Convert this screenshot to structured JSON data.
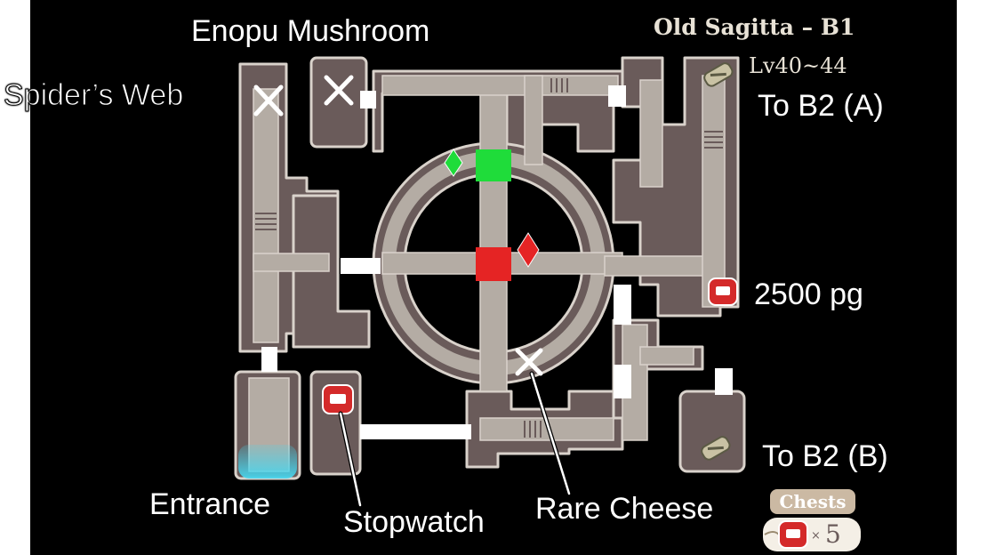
{
  "map": {
    "area_title": "Old Sagitta – B1",
    "level_range": "Lv40~44",
    "chests_label": "Chests",
    "chest_count_prefix": "×",
    "chest_count": "5"
  },
  "labels": {
    "enopu_mushroom": "Enopu Mushroom",
    "spiders_web": "Spider’s Web",
    "to_b2_a": "To B2 (A)",
    "pg_2500": "2500 pg",
    "to_b2_b": "To B2 (B)",
    "entrance": "Entrance",
    "stopwatch": "Stopwatch",
    "rare_cheese": "Rare Cheese"
  },
  "colors": {
    "background": "#000000",
    "wall": "#6a5b5a",
    "corridor": "#b4aca4",
    "outline": "#d9d2cb",
    "door": "#ffffff",
    "green_marker": "#1fdc3a",
    "red_marker": "#e52424",
    "entrance_glow": "#47d6ee",
    "chest": "#d42a2a"
  },
  "icons": [
    "x-marker-icon",
    "chest-icon",
    "stairs-icon",
    "diamond-icon"
  ]
}
